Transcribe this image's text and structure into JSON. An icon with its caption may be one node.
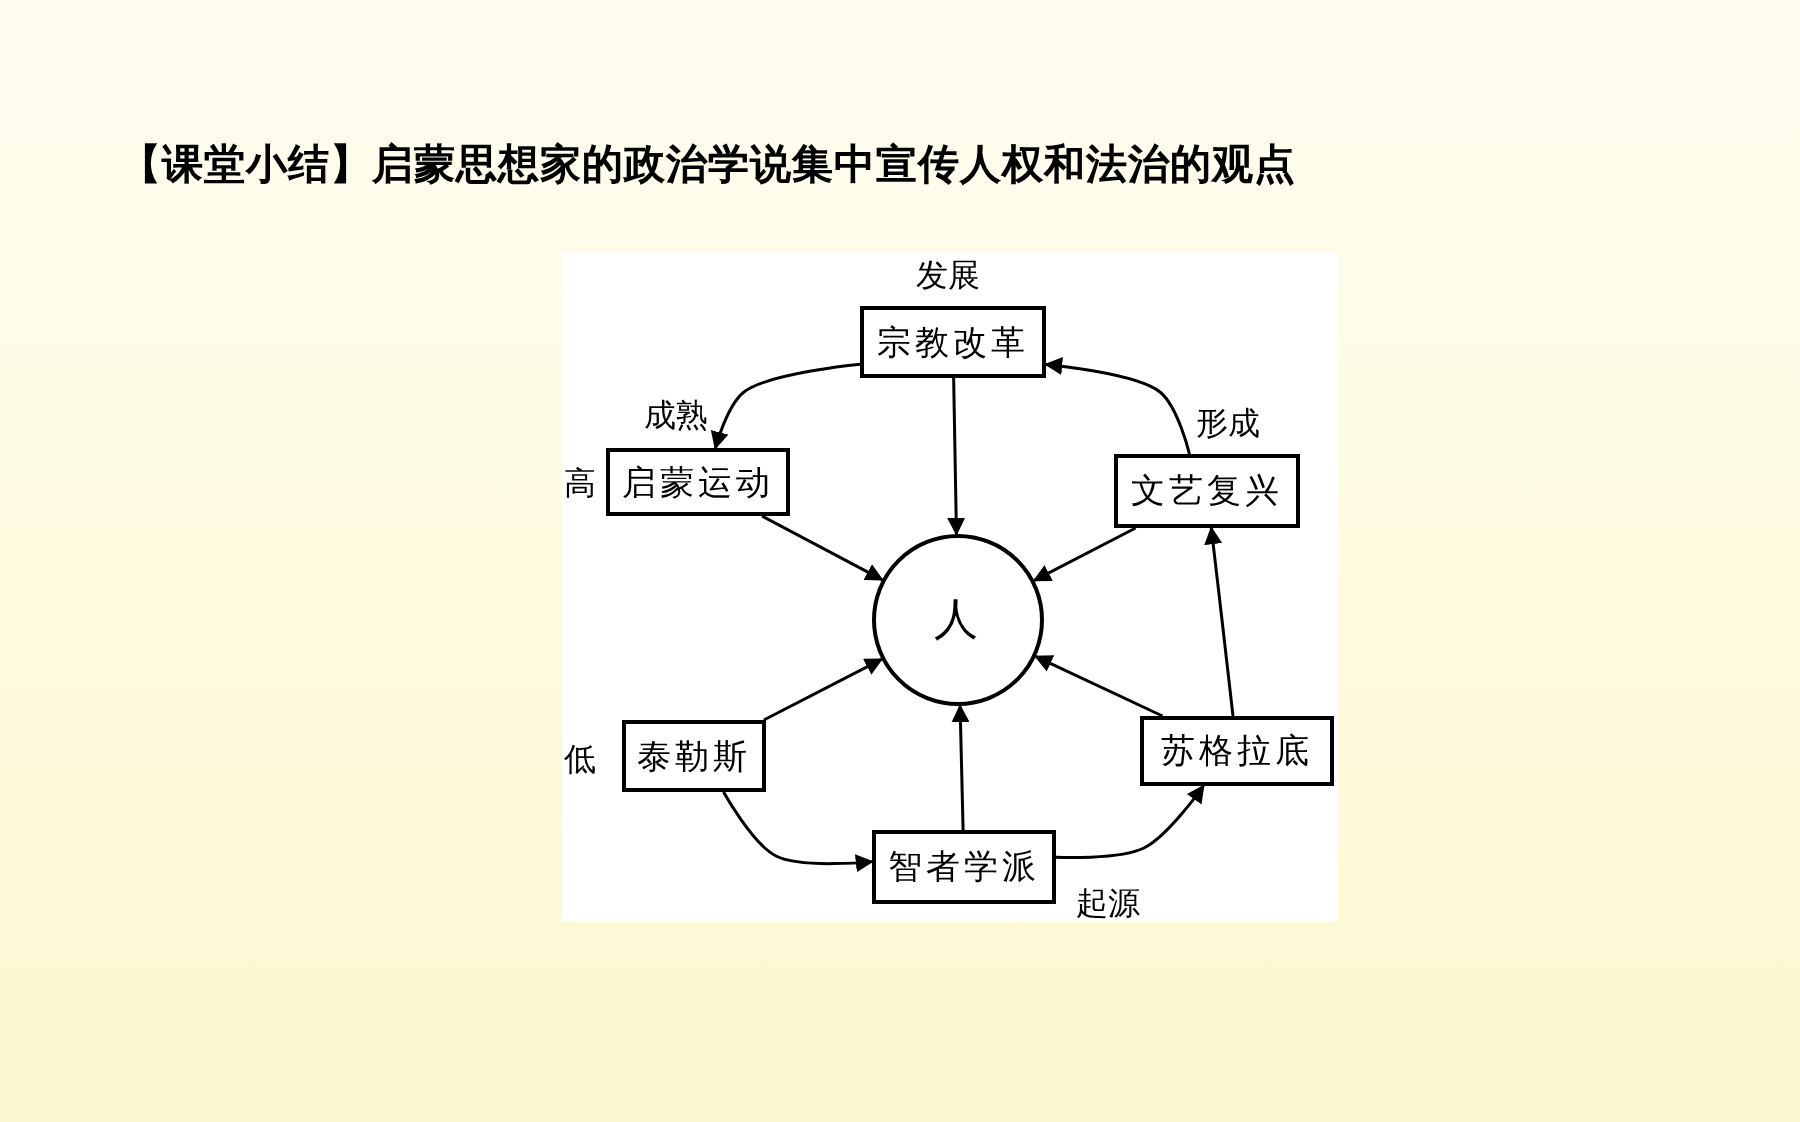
{
  "diagram": {
    "title": "【课堂小结】启蒙思想家的政治学说集中宣传人权和法治的观点",
    "nodes": [
      {
        "text": [
          "宗教改革"
        ],
        "beside": [
          "发展"
        ]
      },
      {
        "text": [
          "启蒙运动"
        ],
        "beside": [
          "成熟"
        ]
      },
      {
        "text": [
          "文艺复兴"
        ],
        "beside": [
          "形成"
        ]
      },
      {
        "text": [
          "人"
        ]
      },
      {
        "text": [
          "泰勒斯"
        ]
      },
      {
        "text": [
          "苏格拉底"
        ]
      },
      {
        "text": [
          "智者学派"
        ],
        "beside": [
          "起源"
        ]
      }
    ],
    "edges": [
      {
        "from": 0,
        "to": 1,
        "arrow": "to"
      },
      {
        "from": 0,
        "to": 3,
        "arrow": "to"
      },
      {
        "from": 1,
        "to": 3,
        "arrow": "to"
      },
      {
        "from": 2,
        "to": 3,
        "arrow": "to"
      },
      {
        "from": 2,
        "to": 0,
        "arrow": "to"
      },
      {
        "from": 4,
        "to": 3,
        "arrow": "to"
      },
      {
        "from": 4,
        "to": 6,
        "arrow": "to"
      },
      {
        "from": 6,
        "to": 3,
        "arrow": "to"
      },
      {
        "from": 6,
        "to": 5,
        "arrow": "to"
      },
      {
        "from": 5,
        "to": 3,
        "arrow": "to"
      },
      {
        "from": 5,
        "to": 2,
        "arrow": "to"
      }
    ],
    "labels": [
      "高",
      "低"
    ]
  }
}
